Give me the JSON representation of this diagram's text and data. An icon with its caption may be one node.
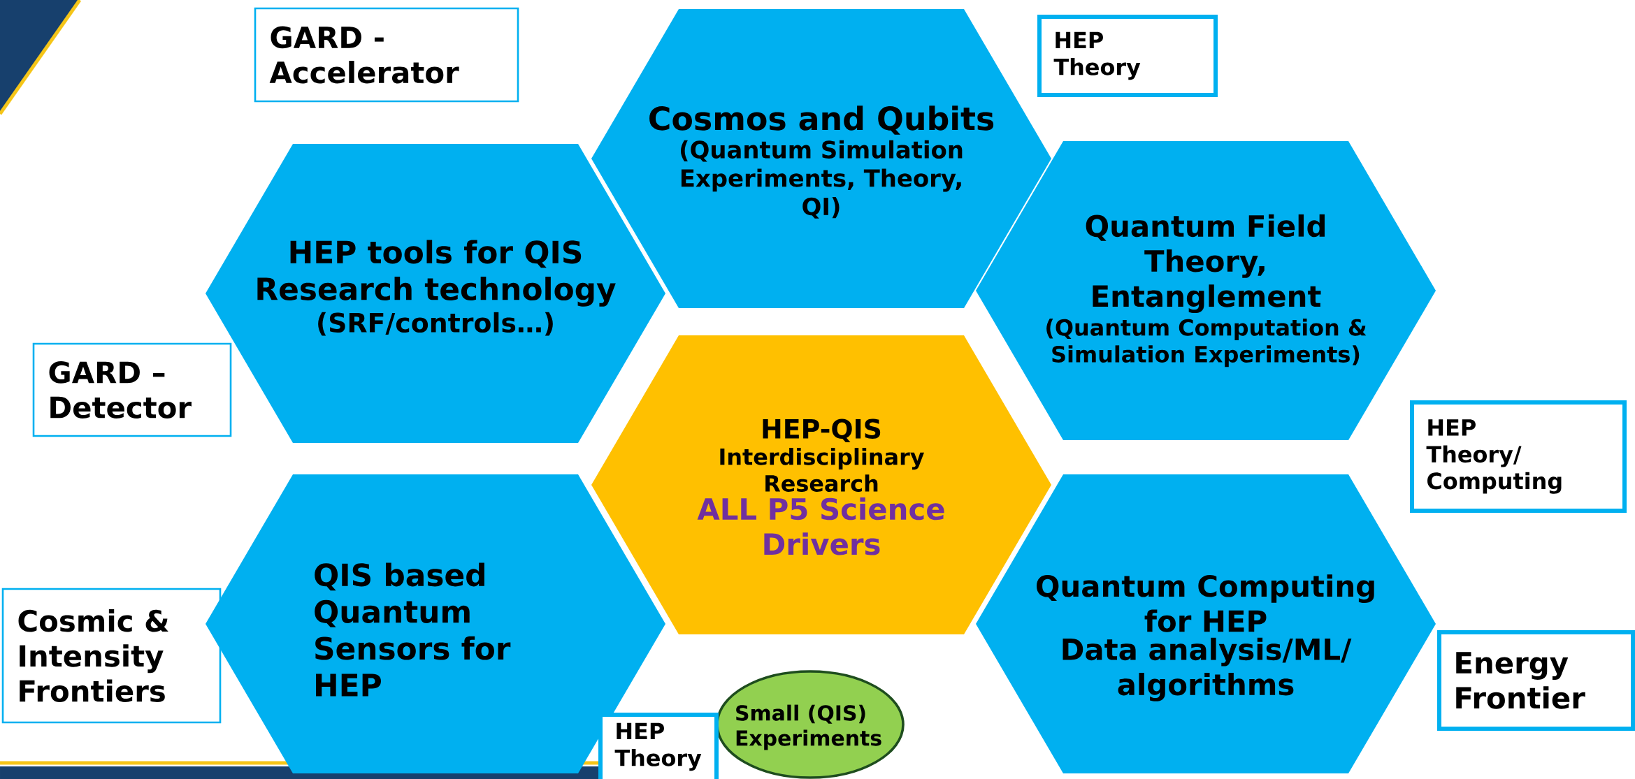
{
  "diagram": {
    "nodes": [
      {
        "text": [
          "GARD - Accelerator"
        ]
      },
      {
        "text": [
          "Cosmos and Qubits",
          "(Quantum Simulation Experiments, Theory, QI)"
        ]
      },
      {
        "text": [
          "HEP Theory"
        ]
      },
      {
        "text": [
          "HEP tools for QIS Research technology",
          "(SRF/controls…)"
        ]
      },
      {
        "text": [
          "Quantum Field Theory, Entanglement",
          "(Quantum Computation & Simulation Experiments)"
        ]
      },
      {
        "text": [
          "GARD – Detector"
        ]
      },
      {
        "text": [
          "HEP-QIS",
          "Interdisciplinary Research",
          "ALL P5 Science Drivers"
        ]
      },
      {
        "text": [
          "HEP Theory/ Computing"
        ]
      },
      {
        "text": [
          "Cosmic & Intensity Frontiers"
        ]
      },
      {
        "text": [
          "QIS based Quantum Sensors for HEP"
        ]
      },
      {
        "text": [
          "Quantum Computing for HEP",
          "Data analysis/ML/ algorithms"
        ]
      },
      {
        "text": [
          "Energy Frontier"
        ]
      },
      {
        "text": [
          "Small (QIS) Experiments"
        ]
      },
      {
        "text": [
          "HEP Theory"
        ]
      }
    ]
  }
}
